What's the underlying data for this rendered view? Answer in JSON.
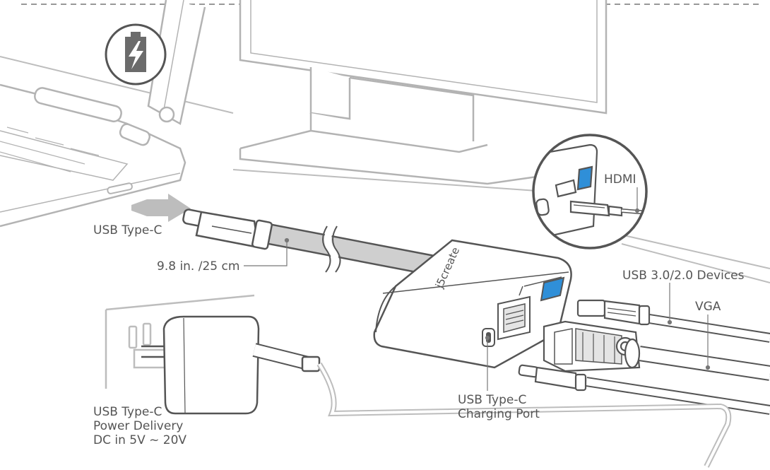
{
  "labels": {
    "usb_type_c": "USB Type-C",
    "cable_length": "9.8 in. /25 cm",
    "hdmi": "HDMI",
    "usb_devices": "USB 3.0/2.0 Devices",
    "vga": "VGA",
    "charging_port": [
      "USB Type-C",
      "Charging Port"
    ],
    "power_delivery": [
      "USB Type-C",
      "Power Delivery",
      "DC in 5V ~ 20V"
    ]
  },
  "brand": {
    "logo_text": "j5create"
  },
  "colors": {
    "line": "#9a9a9a",
    "dark_line": "#555555",
    "accent_blue": "#2f8fd8",
    "fill_gray": "#cfcfcf",
    "badge_fill": "#6b6b6b"
  },
  "icons": {
    "battery_charging": "battery-charging-icon",
    "insert_arrow": "arrow-right-icon"
  }
}
